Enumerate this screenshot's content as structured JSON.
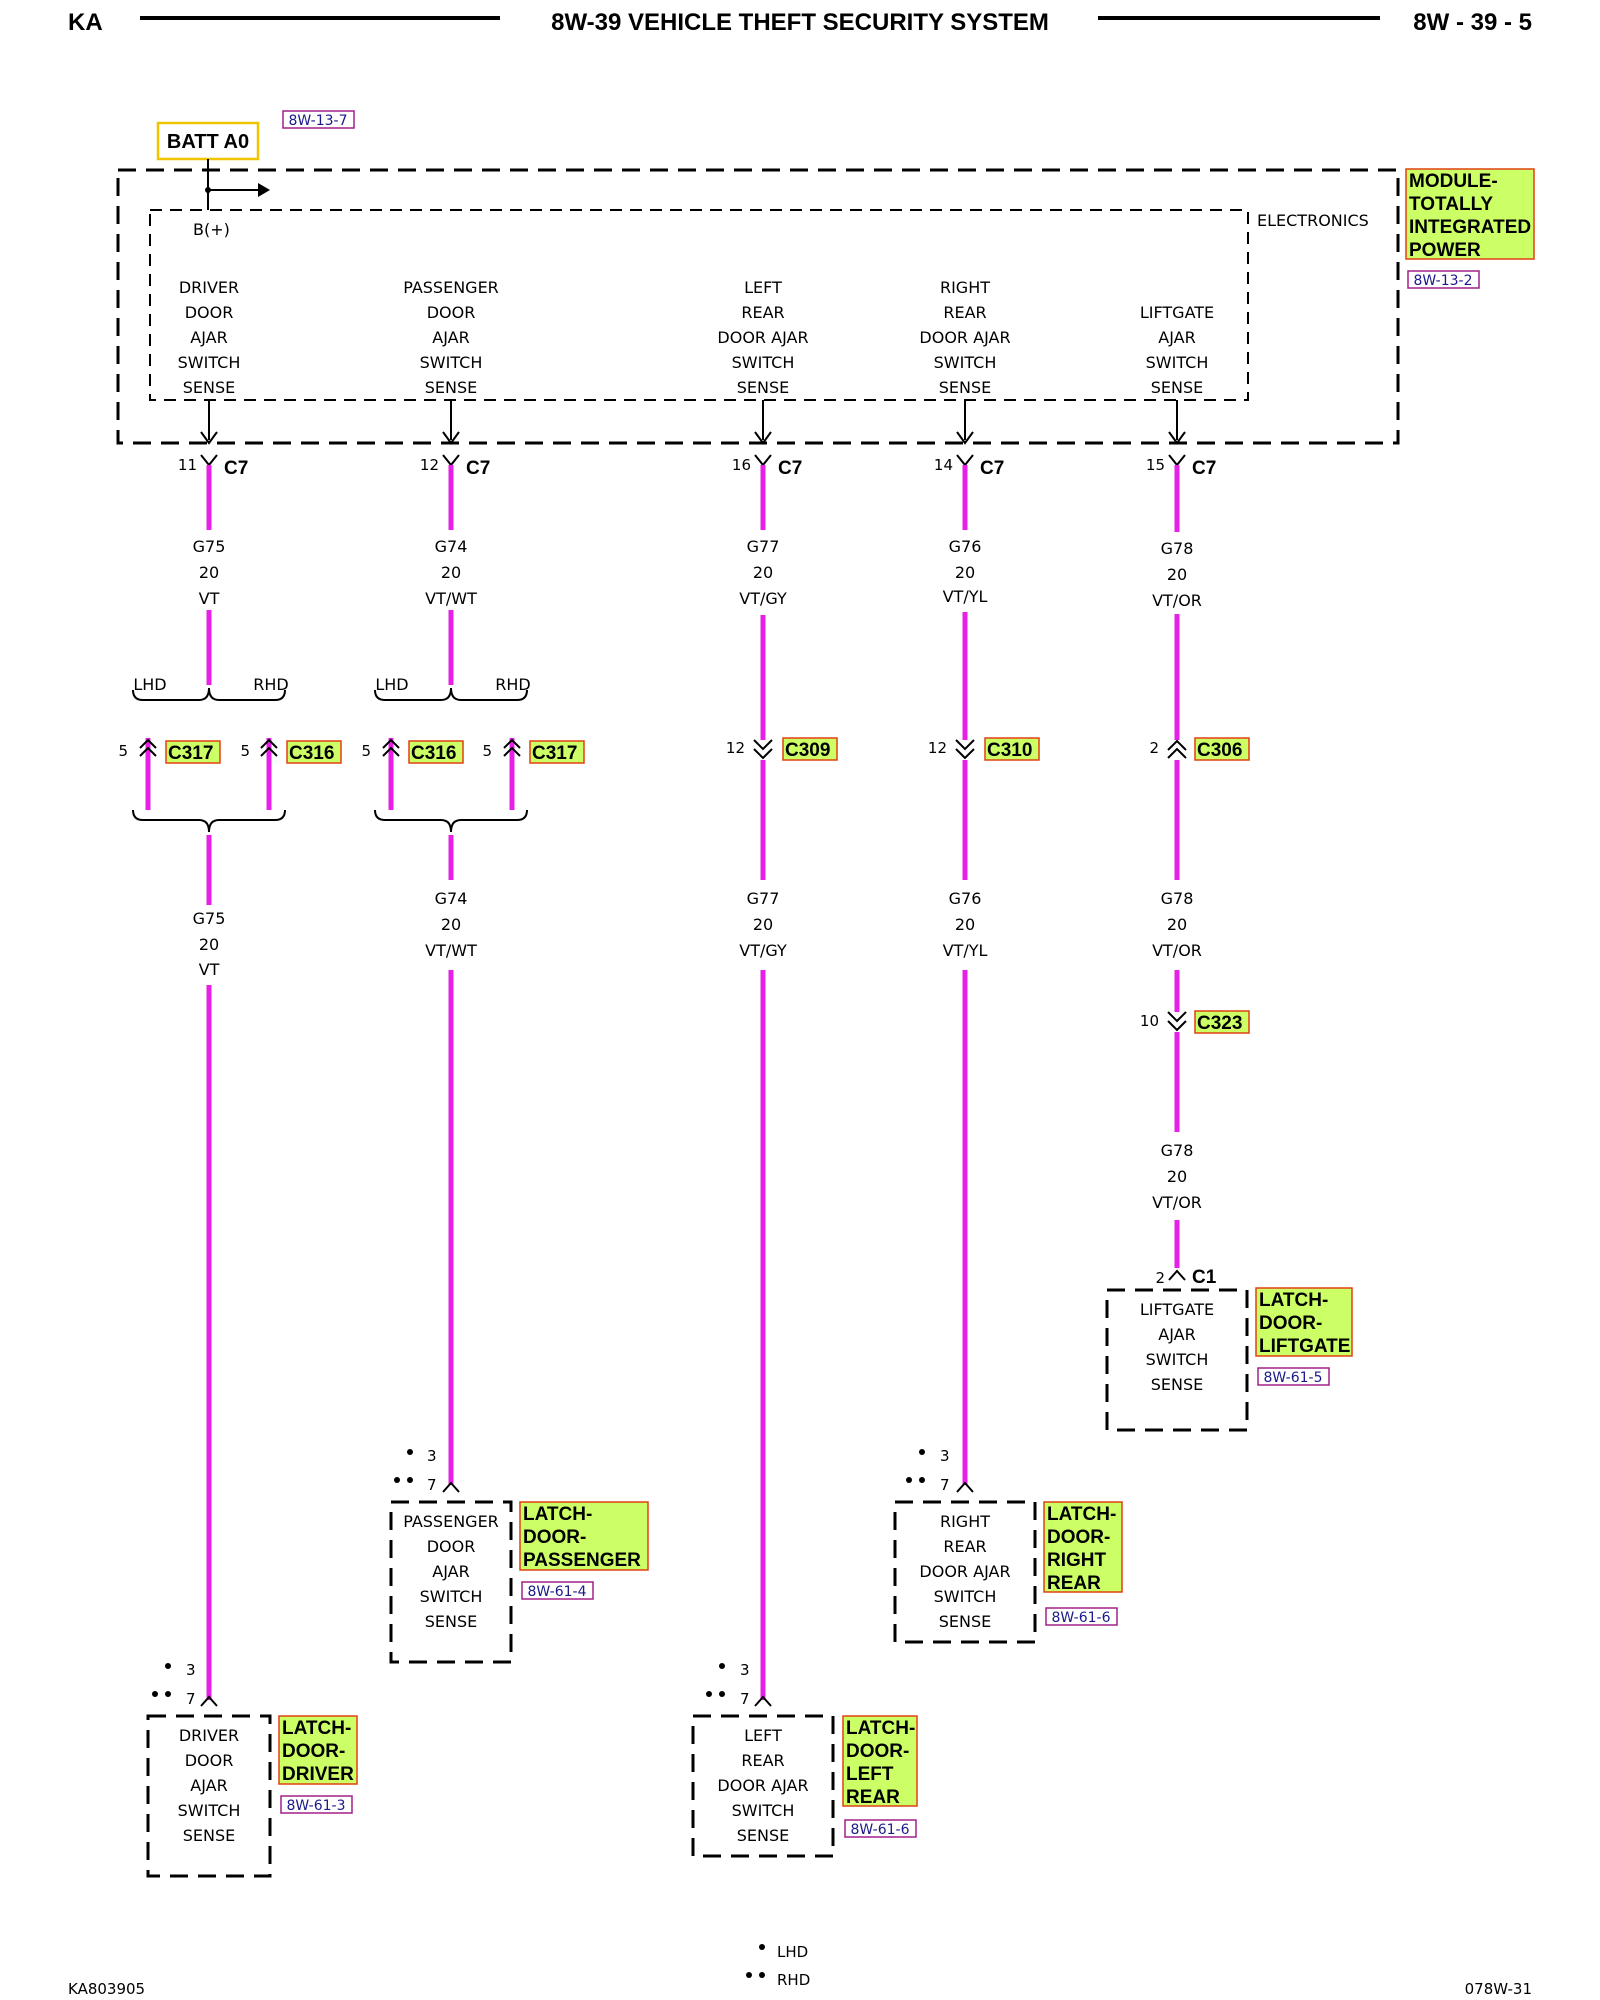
{
  "header": {
    "left": "KA",
    "title": "8W-39 VEHICLE THEFT SECURITY SYSTEM",
    "page": "8W - 39 - 5"
  },
  "power": {
    "batt_label": "BATT A0",
    "batt_ref": "8W-13-7",
    "bplus": "B(+)",
    "electronics_label": "ELECTRONICS",
    "module_lines": [
      "MODULE-",
      "TOTALLY",
      "INTEGRATED",
      "POWER"
    ],
    "module_ref": "8W-13-2"
  },
  "sense_inputs": [
    {
      "lines": [
        "DRIVER",
        "DOOR",
        "AJAR",
        "SWITCH",
        "SENSE"
      ]
    },
    {
      "lines": [
        "PASSENGER",
        "DOOR",
        "AJAR",
        "SWITCH",
        "SENSE"
      ]
    },
    {
      "lines": [
        "LEFT",
        "REAR",
        "DOOR AJAR",
        "SWITCH",
        "SENSE"
      ]
    },
    {
      "lines": [
        "RIGHT",
        "REAR",
        "DOOR AJAR",
        "SWITCH",
        "SENSE"
      ]
    },
    {
      "lines": [
        "LIFTGATE",
        "AJAR",
        "SWITCH",
        "SENSE"
      ]
    }
  ],
  "c7_pins": [
    {
      "pin": "11",
      "conn": "C7"
    },
    {
      "pin": "12",
      "conn": "C7"
    },
    {
      "pin": "16",
      "conn": "C7"
    },
    {
      "pin": "14",
      "conn": "C7"
    },
    {
      "pin": "15",
      "conn": "C7"
    }
  ],
  "wire_labels_upper": [
    {
      "circuit": "G75",
      "gauge": "20",
      "color": "VT"
    },
    {
      "circuit": "G74",
      "gauge": "20",
      "color": "VT/WT"
    },
    {
      "circuit": "G77",
      "gauge": "20",
      "color": "VT/GY"
    },
    {
      "circuit": "G76",
      "gauge": "20",
      "color": "VT/YL"
    },
    {
      "circuit": "G78",
      "gauge": "20",
      "color": "VT/OR"
    }
  ],
  "wire_labels_lower": [
    {
      "circuit": "G75",
      "gauge": "20",
      "color": "VT"
    },
    {
      "circuit": "G74",
      "gauge": "20",
      "color": "VT/WT"
    },
    {
      "circuit": "G77",
      "gauge": "20",
      "color": "VT/GY"
    },
    {
      "circuit": "G76",
      "gauge": "20",
      "color": "VT/YL"
    },
    {
      "circuit": "G78",
      "gauge": "20",
      "color": "VT/OR"
    }
  ],
  "wire_label_liftgate_bottom": {
    "circuit": "G78",
    "gauge": "20",
    "color": "VT/OR"
  },
  "lhd": "LHD",
  "rhd": "RHD",
  "inline_connectors": {
    "driver_lhd": {
      "pin": "5",
      "conn": "C317"
    },
    "driver_rhd": {
      "pin": "5",
      "conn": "C316"
    },
    "pass_lhd": {
      "pin": "5",
      "conn": "C316"
    },
    "pass_rhd": {
      "pin": "5",
      "conn": "C317"
    },
    "left_rear": {
      "pin": "12",
      "conn": "C309"
    },
    "right_rear": {
      "pin": "12",
      "conn": "C310"
    },
    "liftgate": {
      "pin": "2",
      "conn": "C306"
    },
    "liftgate_2": {
      "pin": "10",
      "conn": "C323"
    }
  },
  "components": {
    "liftgate": {
      "pin": "2",
      "conn": "C1",
      "lines": [
        "LIFTGATE",
        "AJAR",
        "SWITCH",
        "SENSE"
      ],
      "tag": [
        "LATCH-",
        "DOOR-",
        "LIFTGATE"
      ],
      "ref": "8W-61-5"
    },
    "passenger": {
      "pin_lhd": "3",
      "pin_rhd": "7",
      "lines": [
        "PASSENGER",
        "DOOR",
        "AJAR",
        "SWITCH",
        "SENSE"
      ],
      "tag": [
        "LATCH-",
        "DOOR-",
        "PASSENGER"
      ],
      "ref": "8W-61-4"
    },
    "right_rear": {
      "pin_lhd": "3",
      "pin_rhd": "7",
      "lines": [
        "RIGHT",
        "REAR",
        "DOOR AJAR",
        "SWITCH",
        "SENSE"
      ],
      "tag": [
        "LATCH-",
        "DOOR-",
        "RIGHT",
        "REAR"
      ],
      "ref": "8W-61-6"
    },
    "driver": {
      "pin_lhd": "3",
      "pin_rhd": "7",
      "lines": [
        "DRIVER",
        "DOOR",
        "AJAR",
        "SWITCH",
        "SENSE"
      ],
      "tag": [
        "LATCH-",
        "DOOR-",
        "DRIVER"
      ],
      "ref": "8W-61-3"
    },
    "left_rear": {
      "pin_lhd": "3",
      "pin_rhd": "7",
      "lines": [
        "LEFT",
        "REAR",
        "DOOR AJAR",
        "SWITCH",
        "SENSE"
      ],
      "tag": [
        "LATCH-",
        "DOOR-",
        "LEFT",
        "REAR"
      ],
      "ref": "8W-61-6"
    }
  },
  "legend": {
    "lhd": "LHD",
    "rhd": "RHD"
  },
  "footer": {
    "left": "KA803905",
    "right": "078W-31"
  },
  "colors": {
    "wire": "#e620e6",
    "highlight": "#ccff66"
  }
}
